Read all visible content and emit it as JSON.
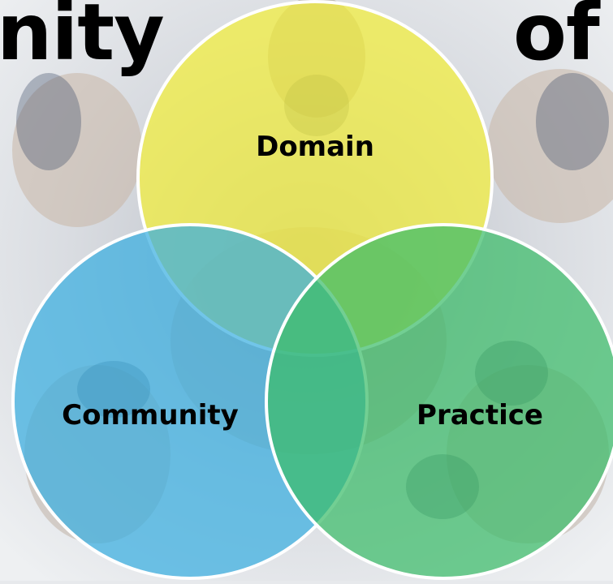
{
  "title": {
    "left_fragment": "nity",
    "right_fragment": "of"
  },
  "venn": {
    "circles": [
      {
        "label": "Domain",
        "color": "#f2ef3a"
      },
      {
        "label": "Community",
        "color": "#3aaee0"
      },
      {
        "label": "Practice",
        "color": "#3cbd6a"
      }
    ],
    "outline_color": "#ffffff",
    "label_color": "#000000"
  },
  "background": {
    "description_color": "#e4e6ea"
  }
}
